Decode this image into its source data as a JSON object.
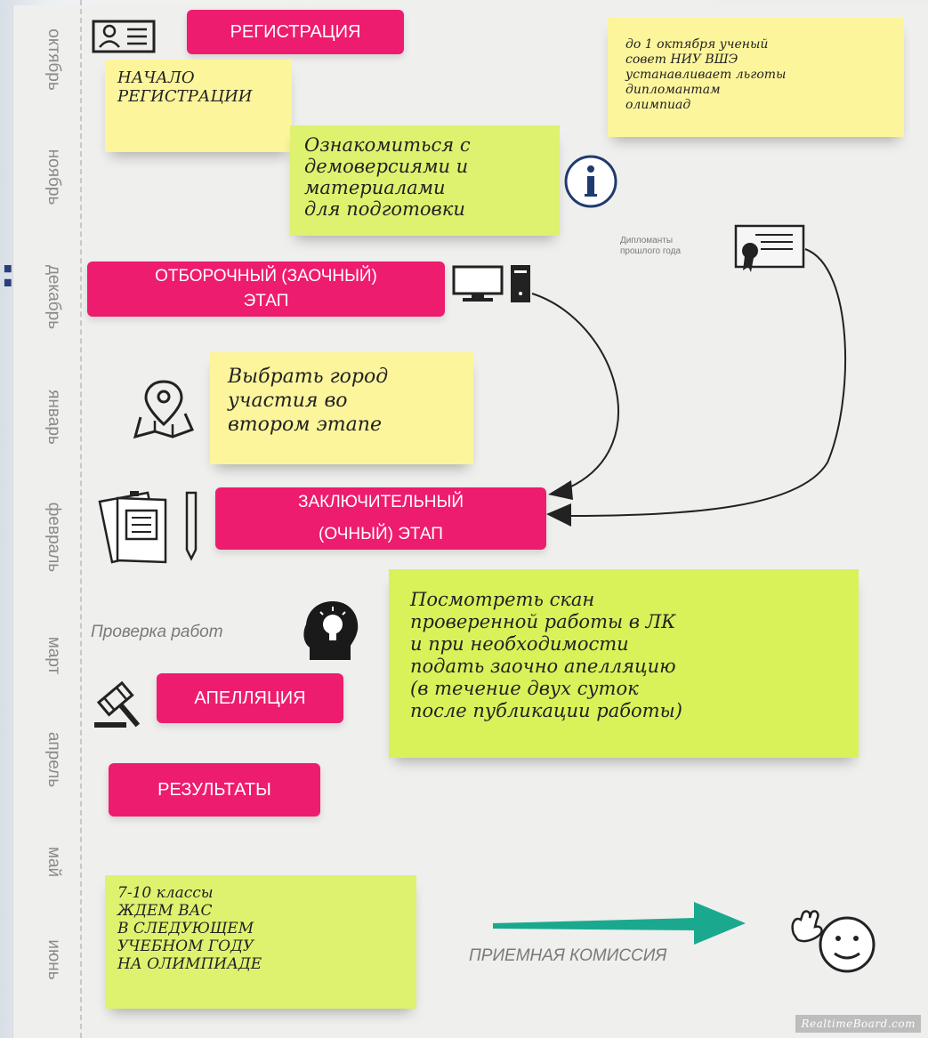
{
  "months": [
    "октябрь",
    "ноябрь",
    "декабрь",
    "январь",
    "февраль",
    "март",
    "апрель",
    "май",
    "июнь"
  ],
  "colon": ":",
  "stages": {
    "registration": "РЕГИСТРАЦИЯ",
    "qualifying_line1": "ОТБОРОЧНЫЙ (ЗАОЧНЫЙ)",
    "qualifying_line2": "ЭТАП",
    "final_line1": "ЗАКЛЮЧИТЕЛЬНЫЙ",
    "final_line2": "(ОЧНЫЙ) ЭТАП",
    "appeal": "АПЕЛЛЯЦИЯ",
    "results": "РЕЗУЛЬТАТЫ"
  },
  "notes": {
    "start_registration": [
      "НАЧАЛО",
      "РЕГИСТРАЦИИ"
    ],
    "benefits": [
      "до 1 октября ученый",
      "совет НИУ ВШЭ",
      "устанавливает льготы",
      "дипломантам",
      "олимпиад"
    ],
    "demo": [
      "Ознакомиться с",
      "демоверсиями и",
      "материалами",
      "для подготовки"
    ],
    "city": [
      "Выбрать город",
      "участия во",
      "втором этапе"
    ],
    "scan": [
      "Посмотреть скан",
      "проверенной работы в ЛК",
      "и при необходимости",
      "подать заочно апелляцию",
      "(в течение двух суток",
      "после публикации работы)"
    ],
    "next_year": [
      "7-10 классы",
      "ЖДЕМ ВАС",
      "В СЛЕДУЮЩЕМ",
      "УЧЕБНОМ ГОДУ",
      "НА ОЛИМПИАДЕ"
    ]
  },
  "captions": {
    "diplomats": [
      "Дипломанты",
      "прошлого года"
    ],
    "checking": "Проверка работ",
    "admissions": "ПРИЕМНАЯ КОМИССИЯ"
  },
  "watermark": "RealtimeBoard.com",
  "colors": {
    "pink": "#ee1c6e",
    "yellow": "#fdf59c",
    "green": "#dff26f",
    "teal_arrow": "#1aa98e",
    "info_blue": "#1f3a6e"
  },
  "icons": [
    "id-card-icon",
    "info-icon",
    "certificate-icon",
    "computer-icon",
    "map-pin-icon",
    "exam-papers-icon",
    "lightbulb-head-icon",
    "gavel-icon",
    "waving-smiley-icon",
    "arrow-right-icon"
  ]
}
